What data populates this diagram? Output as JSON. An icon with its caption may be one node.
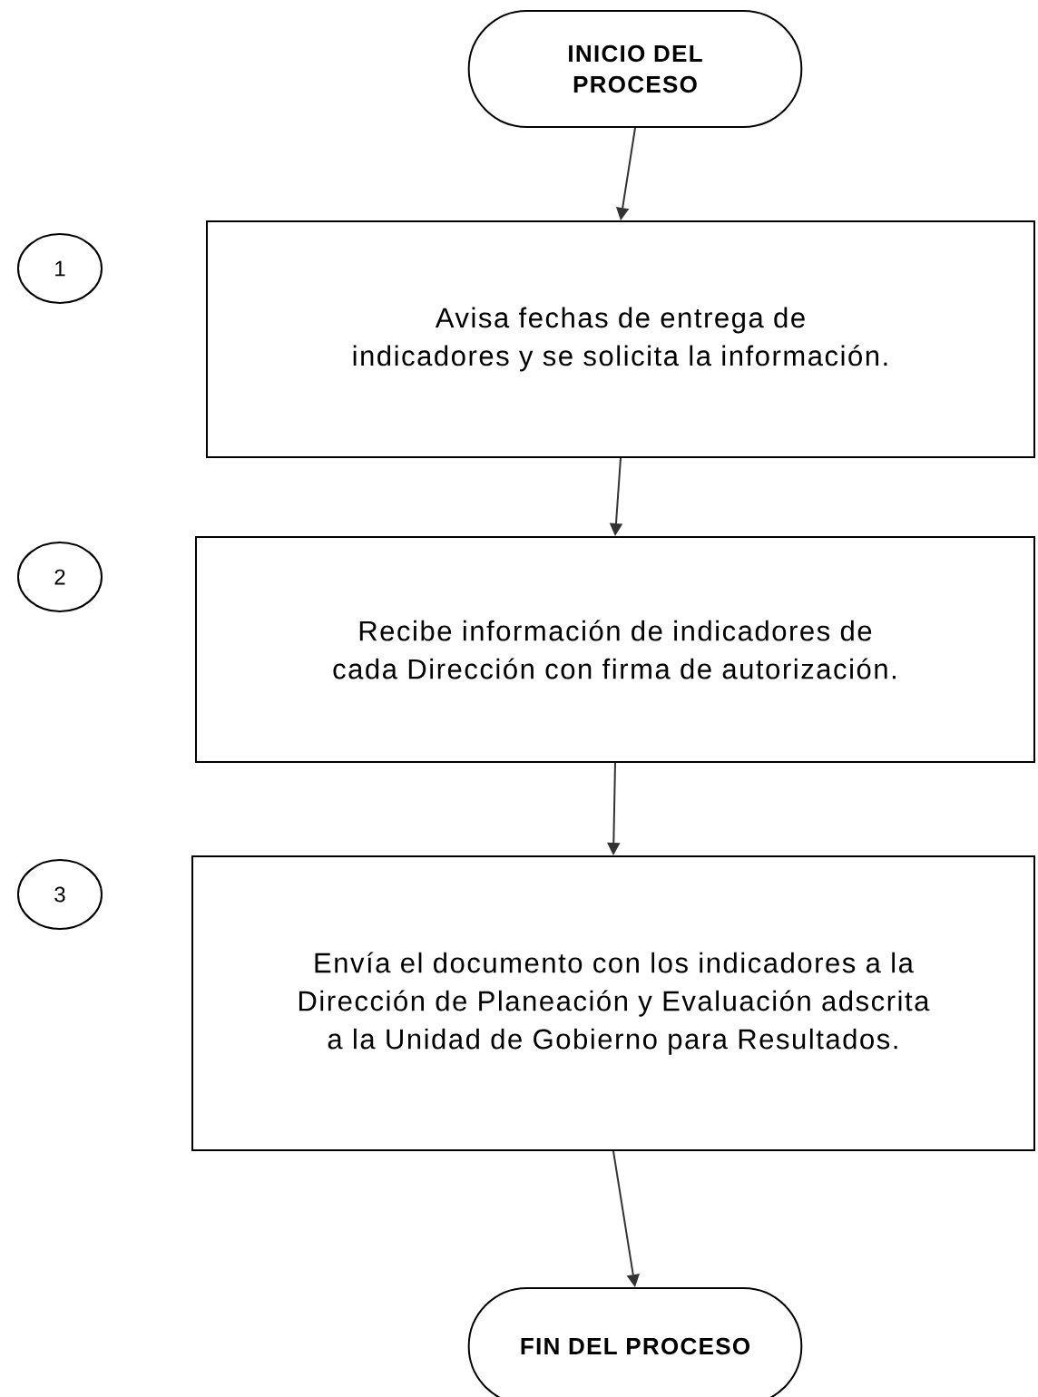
{
  "diagram": {
    "nodes": [
      {
        "text": [
          "INICIO DEL PROCESO"
        ]
      },
      {
        "text": [
          "1"
        ]
      },
      {
        "text": [
          "Avisa fechas de entrega de indicadores y se solicita la información."
        ]
      },
      {
        "text": [
          "2"
        ]
      },
      {
        "text": [
          "Recibe información de indicadores de cada Dirección con firma de autorización."
        ]
      },
      {
        "text": [
          "3"
        ]
      },
      {
        "text": [
          "Envía el documento con los indicadores a la Dirección de Planeación y Evaluación adscrita a la Unidad de Gobierno para Resultados."
        ]
      },
      {
        "text": [
          "FIN DEL PROCESO"
        ]
      }
    ],
    "edges": [
      {
        "from": 0,
        "to": 2,
        "arrow": "to"
      },
      {
        "from": 2,
        "to": 4,
        "arrow": "to"
      },
      {
        "from": 4,
        "to": 6,
        "arrow": "to"
      },
      {
        "from": 6,
        "to": 7,
        "arrow": "to"
      }
    ]
  }
}
